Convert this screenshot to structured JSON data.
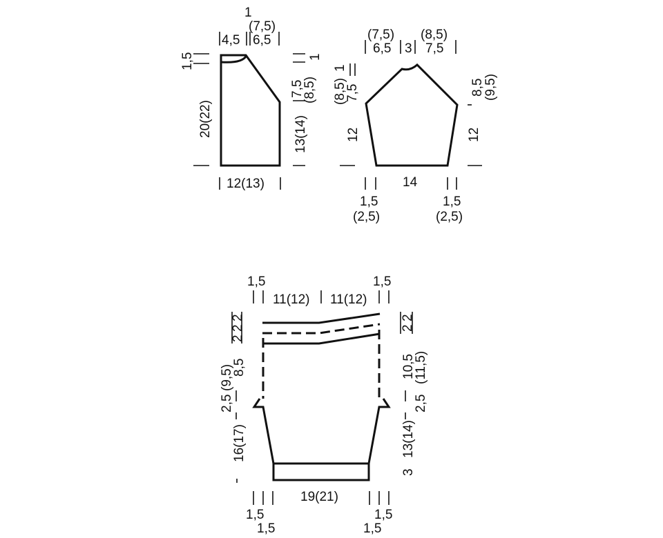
{
  "front_piece": {
    "labels": {
      "top_1": "1",
      "top_75": "(7,5)",
      "left_45": "4,5",
      "right_65": "6,5",
      "side_15": "1,5",
      "length_20": "20(22)",
      "slope_75": "7,5",
      "slope_85": "(8,5)",
      "slope_1": "1",
      "side_13": "13(14)",
      "width_12": "12(13)"
    }
  },
  "sleeve_piece": {
    "labels": {
      "top_75": "(7,5)",
      "top_85": "(8,5)",
      "top_65": "6,5",
      "top_3": "3",
      "top_75b": "7,5",
      "left_85": "(8,5)",
      "left_1": "1",
      "left_75": "7,5",
      "right_85": "8,5",
      "right_95": "(9,5)",
      "left_12": "12",
      "right_12": "12",
      "bottom_14": "14",
      "bl_15": "1,5",
      "bl_25": "(2,5)",
      "br_15": "1,5",
      "br_25": "(2,5)"
    }
  },
  "body_piece": {
    "labels": {
      "top_l15": "1,5",
      "top_r15": "1,5",
      "top_w1": "11(12)",
      "top_w2": "11(12)",
      "left_2a": "2",
      "left_2b": "2",
      "left_2c": "2",
      "right_2a": "2",
      "right_2b": "2",
      "left_95": "(9,5)",
      "left_85": "8,5",
      "left_25": "2,5",
      "left_16": "16(17)",
      "right_105": "10,5",
      "right_115": "(11,5)",
      "right_25": "2,5",
      "right_13": "13(14)",
      "right_3": "3",
      "bottom_19": "19(21)",
      "bl_15a": "1,5",
      "bl_15b": "1,5",
      "br_15a": "1,5",
      "br_15b": "1,5"
    }
  }
}
